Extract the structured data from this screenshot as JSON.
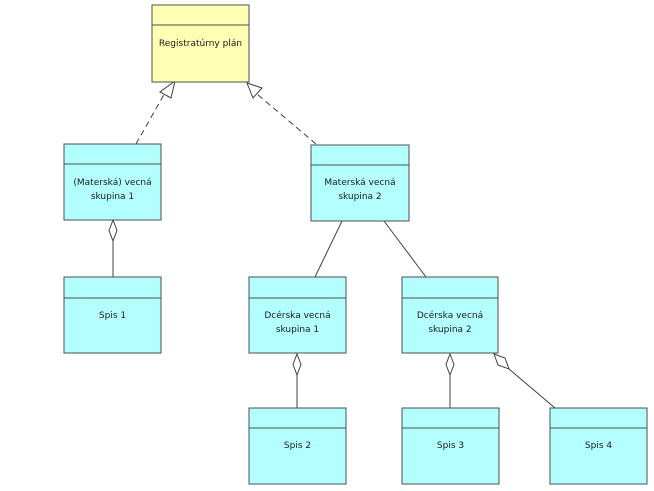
{
  "colors": {
    "root_fill": "#ffffb3",
    "group_fill": "#b3ffff",
    "stroke": "#4d4d4d",
    "line": "#404040"
  },
  "nodes": {
    "root": {
      "lines": [
        "Registratúrny plán"
      ]
    },
    "group1": {
      "lines": [
        "(Materská) vecná",
        "skupina 1"
      ]
    },
    "group2": {
      "lines": [
        "Materská vecná",
        "skupina 2"
      ]
    },
    "spis1": {
      "lines": [
        "Spis 1"
      ]
    },
    "child1": {
      "lines": [
        "Dcérska vecná",
        "skupina 1"
      ]
    },
    "child2": {
      "lines": [
        "Dcérska vecná",
        "skupina 2"
      ]
    },
    "spis2": {
      "lines": [
        "Spis 2"
      ]
    },
    "spis3": {
      "lines": [
        "Spis 3"
      ]
    },
    "spis4": {
      "lines": [
        "Spis 4"
      ]
    }
  },
  "relations": [
    {
      "kind": "realization",
      "from": "group1",
      "to": "root"
    },
    {
      "kind": "realization",
      "from": "group2",
      "to": "root"
    },
    {
      "kind": "aggregation",
      "whole": "group1",
      "part": "spis1"
    },
    {
      "kind": "association",
      "from": "group2",
      "to": "child1"
    },
    {
      "kind": "association",
      "from": "group2",
      "to": "child2"
    },
    {
      "kind": "aggregation",
      "whole": "child1",
      "part": "spis2"
    },
    {
      "kind": "aggregation",
      "whole": "child2",
      "part": "spis3"
    },
    {
      "kind": "aggregation",
      "whole": "child2",
      "part": "spis4"
    }
  ]
}
